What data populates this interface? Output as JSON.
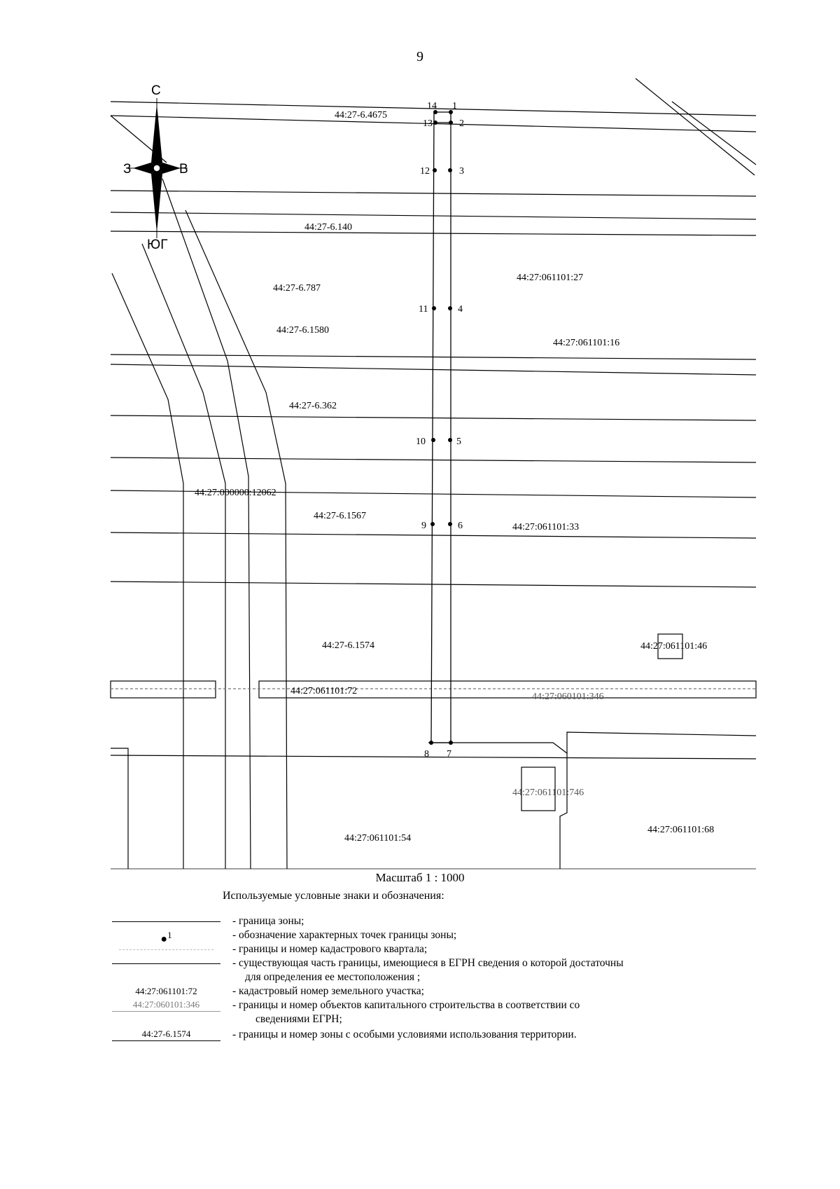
{
  "page_number": "9",
  "compass": {
    "north": "С",
    "south": "ЮГ",
    "west": "З",
    "east": "В"
  },
  "zones": [
    {
      "label": "44:27-6.4675"
    },
    {
      "label": "44:27-6.140"
    },
    {
      "label": "44:27-6.787"
    },
    {
      "label": "44:27-6.1580"
    },
    {
      "label": "44:27-6.362"
    },
    {
      "label": "44:27-6.1567"
    },
    {
      "label": "44:27-6.1574"
    }
  ],
  "parcels": [
    {
      "label": "44:27:061101:27"
    },
    {
      "label": "44:27:061101:16"
    },
    {
      "label": "44:27:000000:12062"
    },
    {
      "label": "44:27:061101:33"
    },
    {
      "label": "44:27:061101:46"
    },
    {
      "label": "44:27:061101:72"
    },
    {
      "label": "44:27:061101:54"
    },
    {
      "label": "44:27:061101:68"
    }
  ],
  "buildings": [
    {
      "label": "44:27:060101:346"
    },
    {
      "label": "44:27:061101:746"
    }
  ],
  "points": [
    "14",
    "1",
    "13",
    "2",
    "12",
    "3",
    "11",
    "4",
    "10",
    "5",
    "9",
    "6",
    "8",
    "7"
  ],
  "scale": "Масштаб 1 : 1000",
  "legend": {
    "title": "Используемые условные знаки и обозначения:",
    "items": [
      {
        "symbol": "",
        "text": "- граница зоны;"
      },
      {
        "symbol": "1",
        "text": "- обозначение характерных точек границы зоны;"
      },
      {
        "symbol": "",
        "text": "- границы и номер кадастрового квартала;"
      },
      {
        "symbol": "",
        "text": "- существующая часть границы, имеющиеся в ЕГРН сведения о которой достаточны",
        "text2": "для определения ее местоположения ;"
      },
      {
        "symbol": "44:27:061101:72",
        "text": "- кадастровый номер земельного участка;"
      },
      {
        "symbol": "44:27:060101:346",
        "text": "- границы и номер объектов капитального строительства в соответствии со",
        "text2": "сведениями ЕГРН;"
      },
      {
        "symbol": "44:27-6.1574",
        "text": "- границы и номер зоны с особыми условиями использования территории."
      }
    ]
  }
}
